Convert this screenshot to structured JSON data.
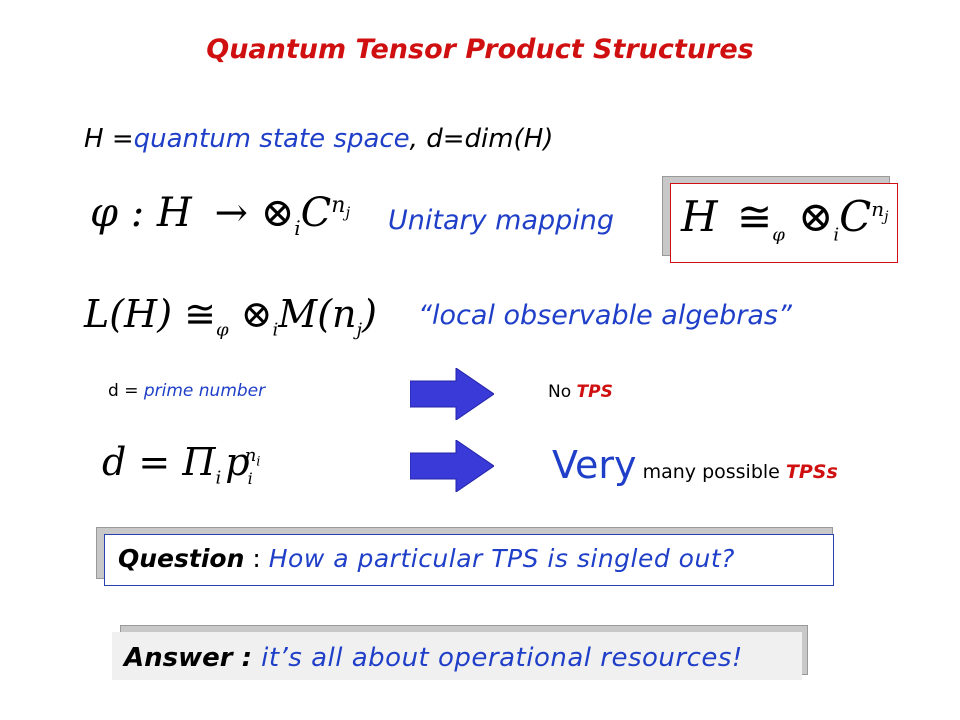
{
  "title": "Quantum Tensor Product Structures",
  "line2": {
    "h": "H =",
    "qss": "quantum state space",
    "rest": ", d=dim(H)"
  },
  "map_formula": {
    "lhs": "φ : H",
    "arrow": "→",
    "otimes": "⊗",
    "sub": "i",
    "c": "C",
    "sup": "n",
    "subsup": "j"
  },
  "unitary_label": "Unitary mapping",
  "iso_formula": {
    "h": "H",
    "cong": "≅",
    "phi": "φ",
    "otimes": "⊗",
    "sub": "i",
    "c": "C",
    "sup": "n",
    "subsup": "j"
  },
  "algebra_formula": {
    "lhs": "L(H)",
    "cong": "≅",
    "phi": "φ",
    "otimes": "⊗",
    "sub": "i",
    "m": "M(n",
    "subj": "j",
    "close": ")"
  },
  "local_label": "“local observable algebras”",
  "prime_row": {
    "d": "d = ",
    "text": "prime number",
    "result_no": "No ",
    "result_tps": "TPS"
  },
  "prod_formula": {
    "lhs": "d = Π",
    "sub_i": "i",
    "p": "p",
    "p_sub": "i",
    "sup_n": "n",
    "sup_sub": "i"
  },
  "very_row": {
    "very": "Very",
    "many": " many possible ",
    "tpss": "TPSs"
  },
  "question": {
    "label": "Question",
    "colon": " : ",
    "text": "How a particular TPS is singled out?"
  },
  "answer": {
    "label": "Answer : ",
    "text": "it’s all about operational resources!"
  },
  "colors": {
    "title": "#d01010",
    "blue_text": "#1f3fc8",
    "arrow": "#3a3ad8",
    "box_red": "#d01010",
    "box_blue": "#2a3fb0"
  }
}
